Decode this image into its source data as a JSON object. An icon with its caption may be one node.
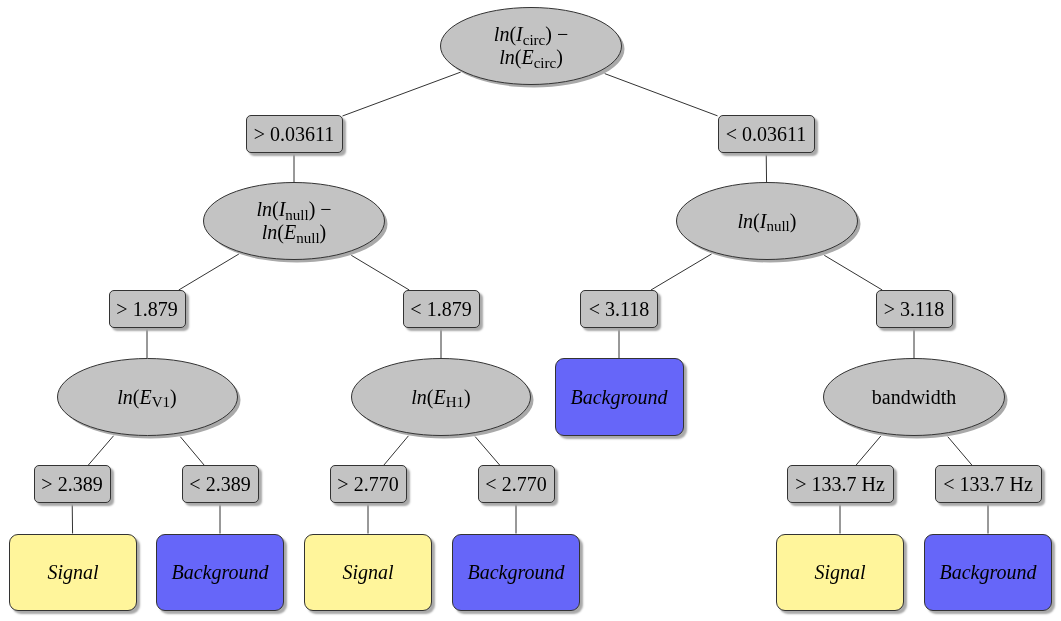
{
  "diagram": {
    "nodes": [
      {
        "text": [
          "*ln*(*I*$_{circ}$) − *ln*(*E*$_{circ}$)"
        ]
      },
      {
        "text": [
          "> 0.03611"
        ]
      },
      {
        "text": [
          "< 0.03611"
        ]
      },
      {
        "text": [
          "*ln*(*I*$_{null}$) − *ln*(*E*$_{null}$)"
        ]
      },
      {
        "text": [
          "*ln*(*I*$_{null}$)"
        ]
      },
      {
        "text": [
          "> 1.879"
        ]
      },
      {
        "text": [
          "< 1.879"
        ]
      },
      {
        "text": [
          "< 3.118"
        ]
      },
      {
        "text": [
          "> 3.118"
        ]
      },
      {
        "text": [
          "*ln*(*E*$_{V1}$)"
        ]
      },
      {
        "text": [
          "*ln*(*E*$_{H1}$)"
        ]
      },
      {
        "text": [
          "Background"
        ]
      },
      {
        "text": [
          "bandwidth"
        ]
      },
      {
        "text": [
          "> 2.389"
        ]
      },
      {
        "text": [
          "< 2.389"
        ]
      },
      {
        "text": [
          "> 2.770"
        ]
      },
      {
        "text": [
          "< 2.770"
        ]
      },
      {
        "text": [
          "> 133.7 Hz"
        ]
      },
      {
        "text": [
          "< 133.7 Hz"
        ]
      },
      {
        "text": [
          "Signal"
        ]
      },
      {
        "text": [
          "Background"
        ]
      },
      {
        "text": [
          "Signal"
        ]
      },
      {
        "text": [
          "Background"
        ]
      },
      {
        "text": [
          "Signal"
        ]
      },
      {
        "text": [
          "Background"
        ]
      }
    ],
    "edges": [
      {
        "from": 0,
        "to": 1,
        "arrow": "none"
      },
      {
        "from": 0,
        "to": 2,
        "arrow": "none"
      },
      {
        "from": 1,
        "to": 3,
        "arrow": "none"
      },
      {
        "from": 2,
        "to": 4,
        "arrow": "none"
      },
      {
        "from": 3,
        "to": 5,
        "arrow": "none"
      },
      {
        "from": 3,
        "to": 6,
        "arrow": "none"
      },
      {
        "from": 4,
        "to": 7,
        "arrow": "none"
      },
      {
        "from": 4,
        "to": 8,
        "arrow": "none"
      },
      {
        "from": 5,
        "to": 9,
        "arrow": "none"
      },
      {
        "from": 6,
        "to": 10,
        "arrow": "none"
      },
      {
        "from": 7,
        "to": 11,
        "arrow": "none"
      },
      {
        "from": 8,
        "to": 12,
        "arrow": "none"
      },
      {
        "from": 9,
        "to": 13,
        "arrow": "none"
      },
      {
        "from": 9,
        "to": 14,
        "arrow": "none"
      },
      {
        "from": 10,
        "to": 15,
        "arrow": "none"
      },
      {
        "from": 10,
        "to": 16,
        "arrow": "none"
      },
      {
        "from": 12,
        "to": 17,
        "arrow": "none"
      },
      {
        "from": 12,
        "to": 18,
        "arrow": "none"
      },
      {
        "from": 13,
        "to": 19,
        "arrow": "none"
      },
      {
        "from": 14,
        "to": 20,
        "arrow": "none"
      },
      {
        "from": 15,
        "to": 21,
        "arrow": "none"
      },
      {
        "from": 16,
        "to": 22,
        "arrow": "none"
      },
      {
        "from": 17,
        "to": 23,
        "arrow": "none"
      },
      {
        "from": 18,
        "to": 24,
        "arrow": "none"
      }
    ]
  }
}
